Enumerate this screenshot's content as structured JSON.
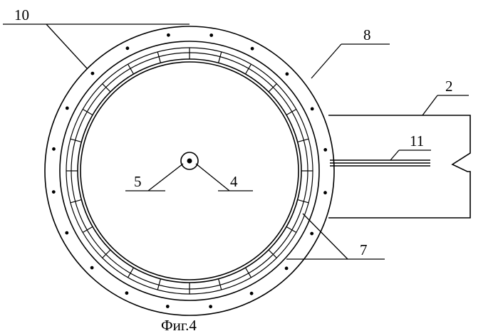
{
  "labels": {
    "l10": "10",
    "l8": "8",
    "l2": "2",
    "l11": "11",
    "l5": "5",
    "l4": "4",
    "l7": "7"
  },
  "caption": "Фиг.4",
  "colors": {
    "ink": "#000000",
    "paper": "#ffffff"
  }
}
